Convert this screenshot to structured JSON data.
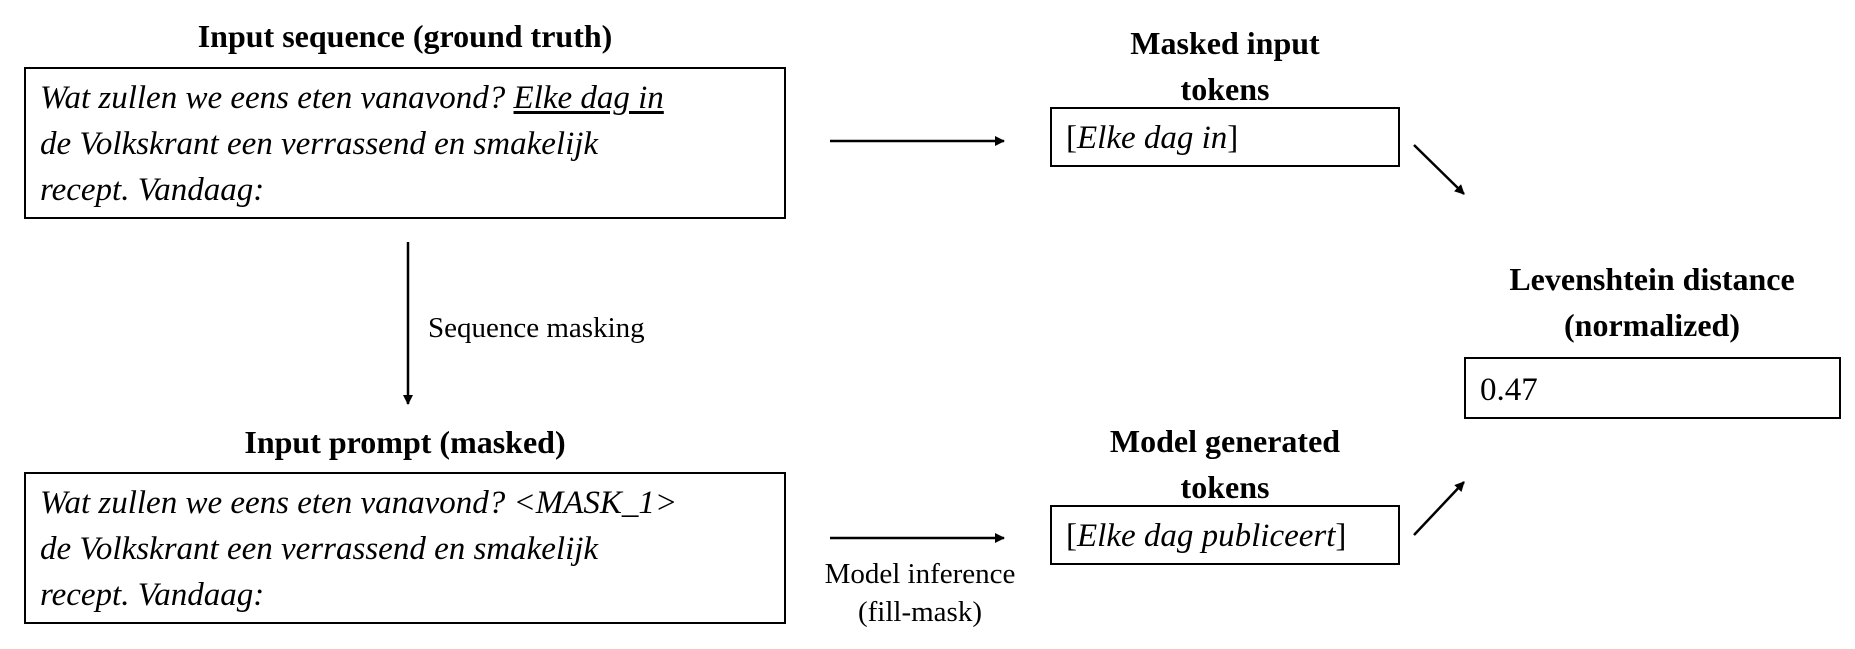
{
  "ground_truth": {
    "heading": "Input sequence (ground truth)",
    "line1_pre": "Wat zullen we eens eten vanavond? ",
    "line1_underlined": "Elke dag in",
    "line2": "de Volkskrant een verrassend en smakelijk",
    "line3": "recept. Vandaag:"
  },
  "masking": {
    "label": "Sequence masking"
  },
  "masked_prompt": {
    "heading": "Input prompt (masked)",
    "line1": "Wat zullen we eens eten vanavond? <MASK_1>",
    "line2": "de Volkskrant een verrassend en smakelijk",
    "line3": "recept. Vandaag:"
  },
  "masked_tokens": {
    "heading_line1": "Masked input",
    "heading_line2": "tokens",
    "open": "[",
    "value": "Elke dag in",
    "close": "]"
  },
  "generated_tokens": {
    "heading_line1": "Model generated",
    "heading_line2": "tokens",
    "open": "[",
    "value": "Elke dag publiceert",
    "close": "]"
  },
  "inference": {
    "label_line1": "Model inference",
    "label_line2": "(fill-mask)"
  },
  "levenshtein": {
    "heading_line1": "Levenshtein distance",
    "heading_line2": "(normalized)",
    "value": "0.47"
  }
}
